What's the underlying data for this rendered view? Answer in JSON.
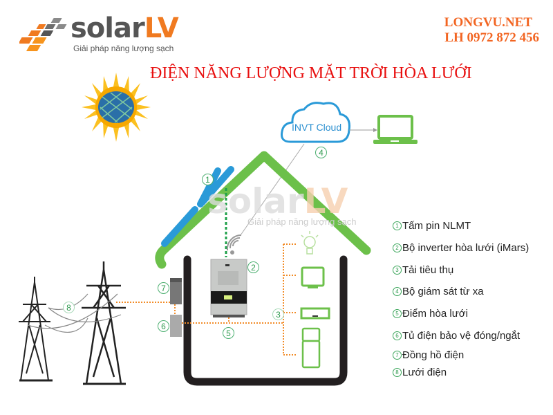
{
  "logo": {
    "brand_main": "solar",
    "brand_accent": "LV",
    "tagline": "Giải pháp năng lượng sạch"
  },
  "contact": {
    "website": "LONGVU.NET",
    "phone": "LH 0972 872 456"
  },
  "title": "ĐIỆN NĂNG LƯỢNG MẶT TRỜI  HÒA LƯỚI",
  "diagram": {
    "cloud_label": "INVT Cloud",
    "watermark_main": "solar",
    "watermark_accent": "LV",
    "watermark_tag": "Giải pháp năng lượng sạch",
    "badges": [
      "1",
      "2",
      "3",
      "4",
      "5",
      "6",
      "7",
      "8"
    ]
  },
  "legend": {
    "items": [
      {
        "num": "1",
        "label": "Tấm pin NLMT"
      },
      {
        "num": "2",
        "label": "Bộ inverter hòa lưới (iMars)"
      },
      {
        "num": "3",
        "label": "Tải tiêu thụ"
      },
      {
        "num": "4",
        "label": "Bộ giám sát từ xa"
      },
      {
        "num": "5",
        "label": "Điểm hòa lưới"
      },
      {
        "num": "6",
        "label": "Tủ điện bảo vệ đóng/ngắt"
      },
      {
        "num": "7",
        "label": "Đồng hồ điện"
      },
      {
        "num": "8",
        "label": "Lưới điện"
      }
    ]
  },
  "colors": {
    "title": "#e81010",
    "contact": "#f26522",
    "roof": "#6cc04a",
    "panel": "#2a9ad8",
    "wall": "#231f20",
    "wire": "#f28c28",
    "cloud": "#2a8fd0",
    "badge": "#3aa65a"
  }
}
